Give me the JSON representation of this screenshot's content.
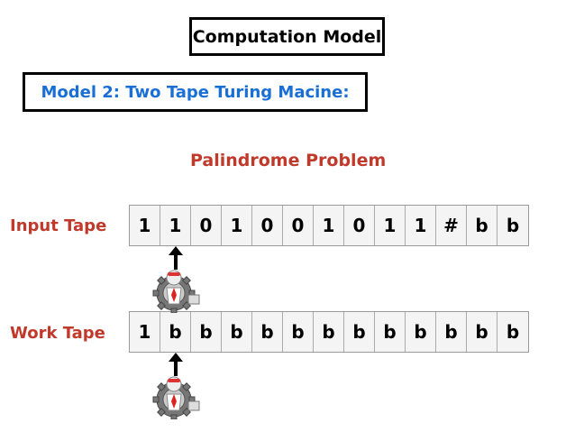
{
  "title": "Computation Model",
  "model": "Model 2: Two Tape Turing Macine:",
  "problem": "Palindrome Problem",
  "tapes": {
    "input": {
      "label": "Input Tape",
      "cells": [
        "1",
        "1",
        "0",
        "1",
        "0",
        "0",
        "1",
        "0",
        "1",
        "1",
        "#",
        "b",
        "b"
      ],
      "head_position": 1
    },
    "work": {
      "label": "Work Tape",
      "cells": [
        "1",
        "b",
        "b",
        "b",
        "b",
        "b",
        "b",
        "b",
        "b",
        "b",
        "b",
        "b",
        "b"
      ],
      "head_position": 1
    }
  },
  "colors": {
    "title_text": "#000000",
    "model_text": "#1a6fd6",
    "red_text": "#c0392b"
  },
  "icons": [
    "arrow-up-icon",
    "robot-gear-icon"
  ]
}
